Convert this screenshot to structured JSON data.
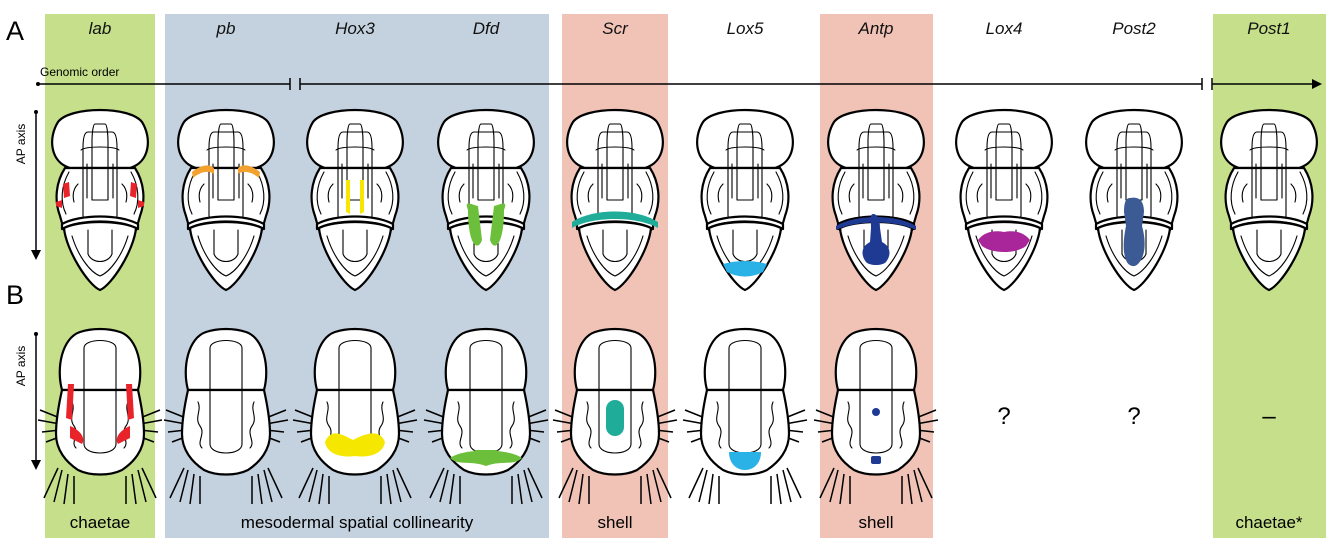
{
  "panels": {
    "a": "A",
    "b": "B"
  },
  "genes": [
    "lab",
    "pb",
    "Hox3",
    "Dfd",
    "Scr",
    "Lox5",
    "Antp",
    "Lox4",
    "Post2",
    "Post1"
  ],
  "genomic_order_label": "Genomic order",
  "ap_axis_label": "AP axis",
  "question_mark": "?",
  "absent_mark": "–",
  "bottom_labels": {
    "chaetae": "chaetae",
    "mesodermal": "mesodermal spatial collinearity",
    "shell1": "shell",
    "shell2": "shell",
    "chaetae_star": "chaetae*"
  },
  "colors": {
    "bg_green": "#c5df8a",
    "bg_blue": "#c4d1df",
    "bg_pink": "#f0c3b6",
    "lab": "#e8232a",
    "pb": "#f2a12e",
    "Hox3": "#f5e700",
    "Dfd": "#6cbf3a",
    "Scr": "#1fad9a",
    "Lox5": "#2ab1e6",
    "Antp": "#1f3a93",
    "Lox4": "#a8259a",
    "Post2": "#3c5a94"
  }
}
